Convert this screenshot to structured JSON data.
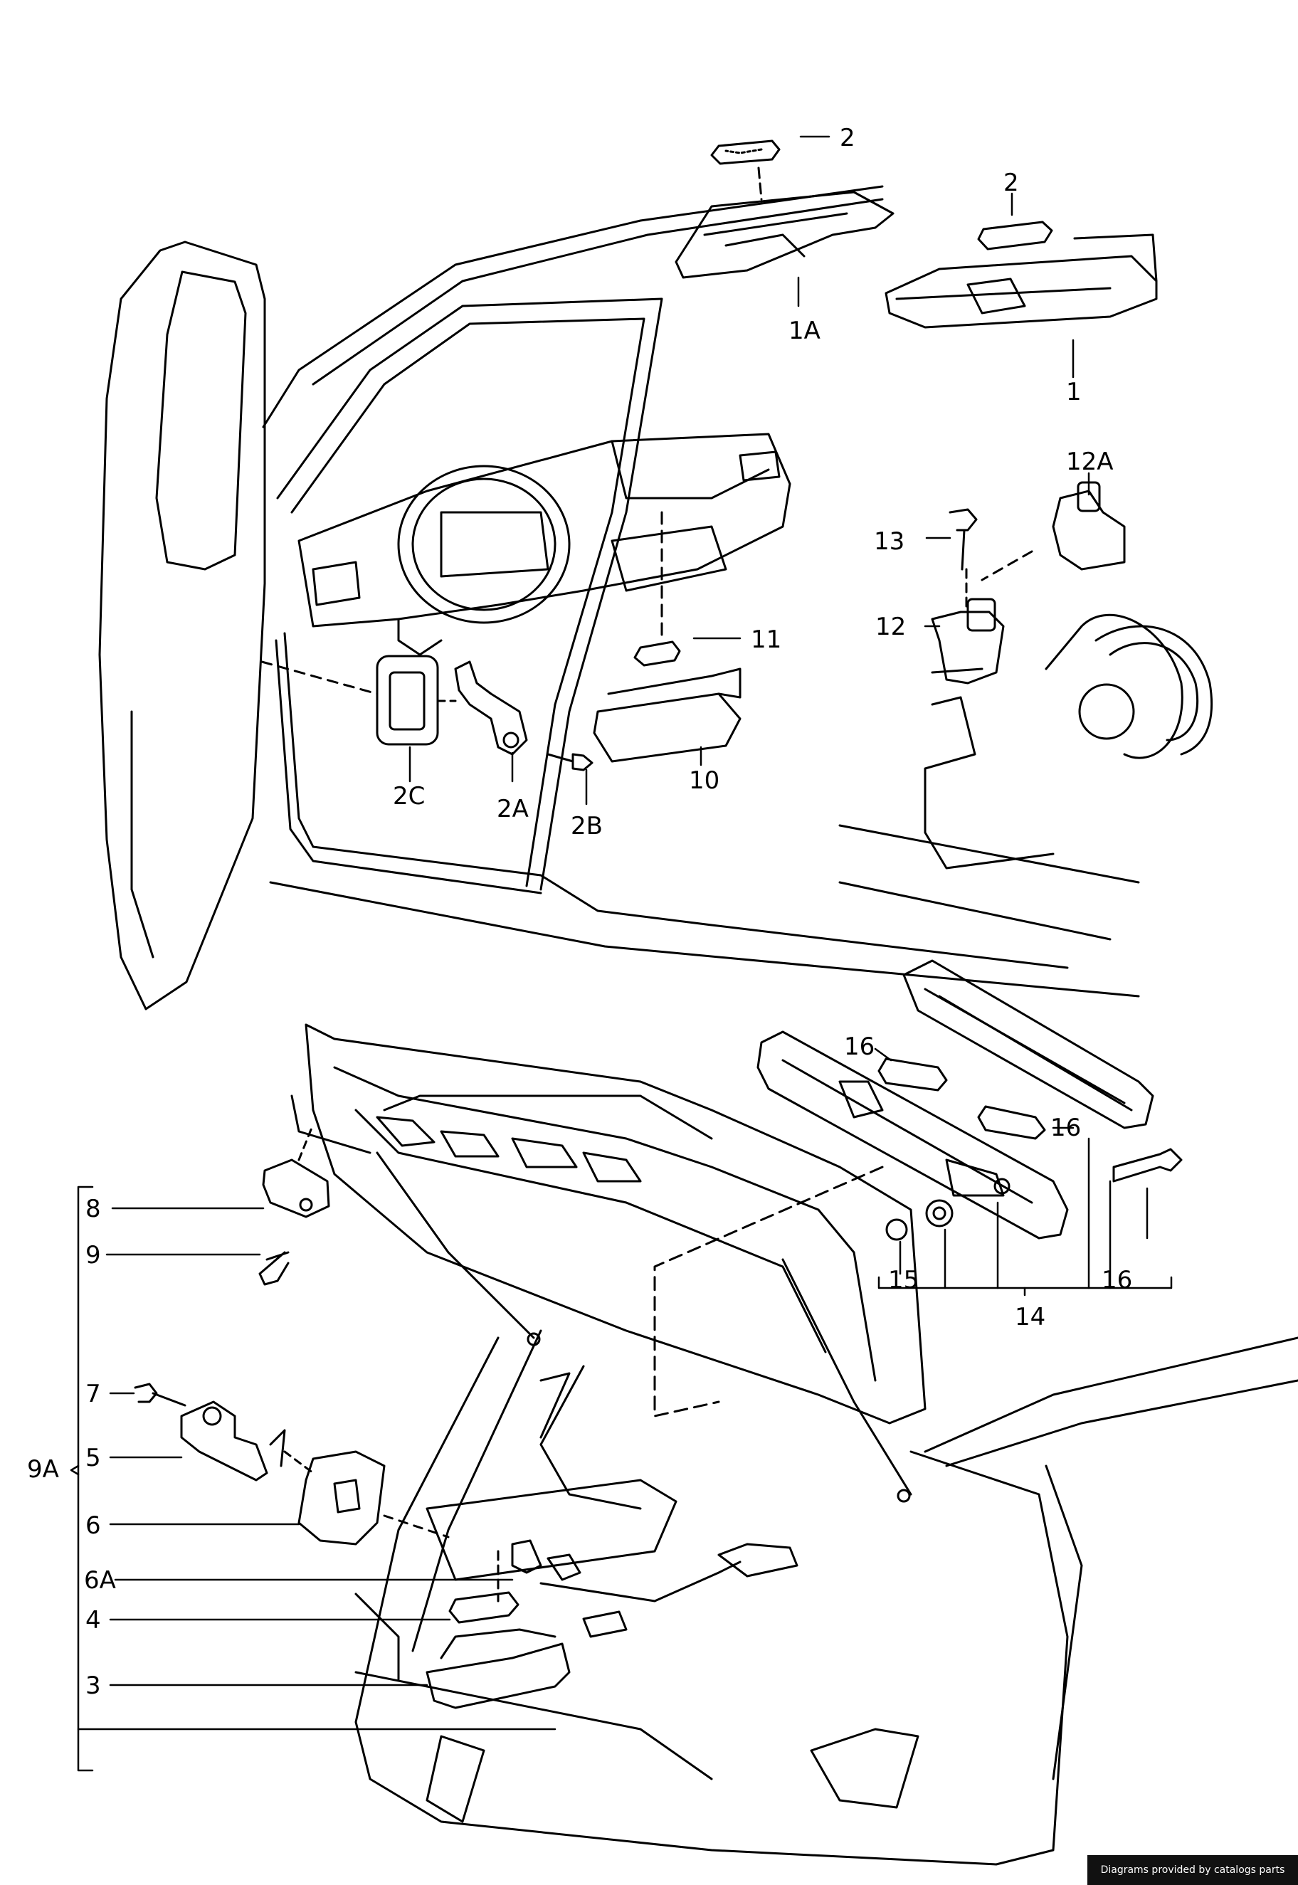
{
  "labels": {
    "p2_top": "2",
    "p1A": "1A",
    "p2_right": "2",
    "p1": "1",
    "p12A": "12A",
    "p13": "13",
    "p12": "12",
    "p11": "11",
    "p10": "10",
    "p2C": "2C",
    "p2A": "2A",
    "p2B": "2B",
    "p16_a": "16",
    "p16_b": "16",
    "p16_c": "16",
    "p15": "15",
    "p14": "14",
    "p8": "8",
    "p9": "9",
    "p7": "7",
    "p5": "5",
    "p9A": "9A",
    "p6": "6",
    "p6A": "6A",
    "p4": "4",
    "p3": "3"
  },
  "credit": "Diagrams provided by catalogs parts"
}
